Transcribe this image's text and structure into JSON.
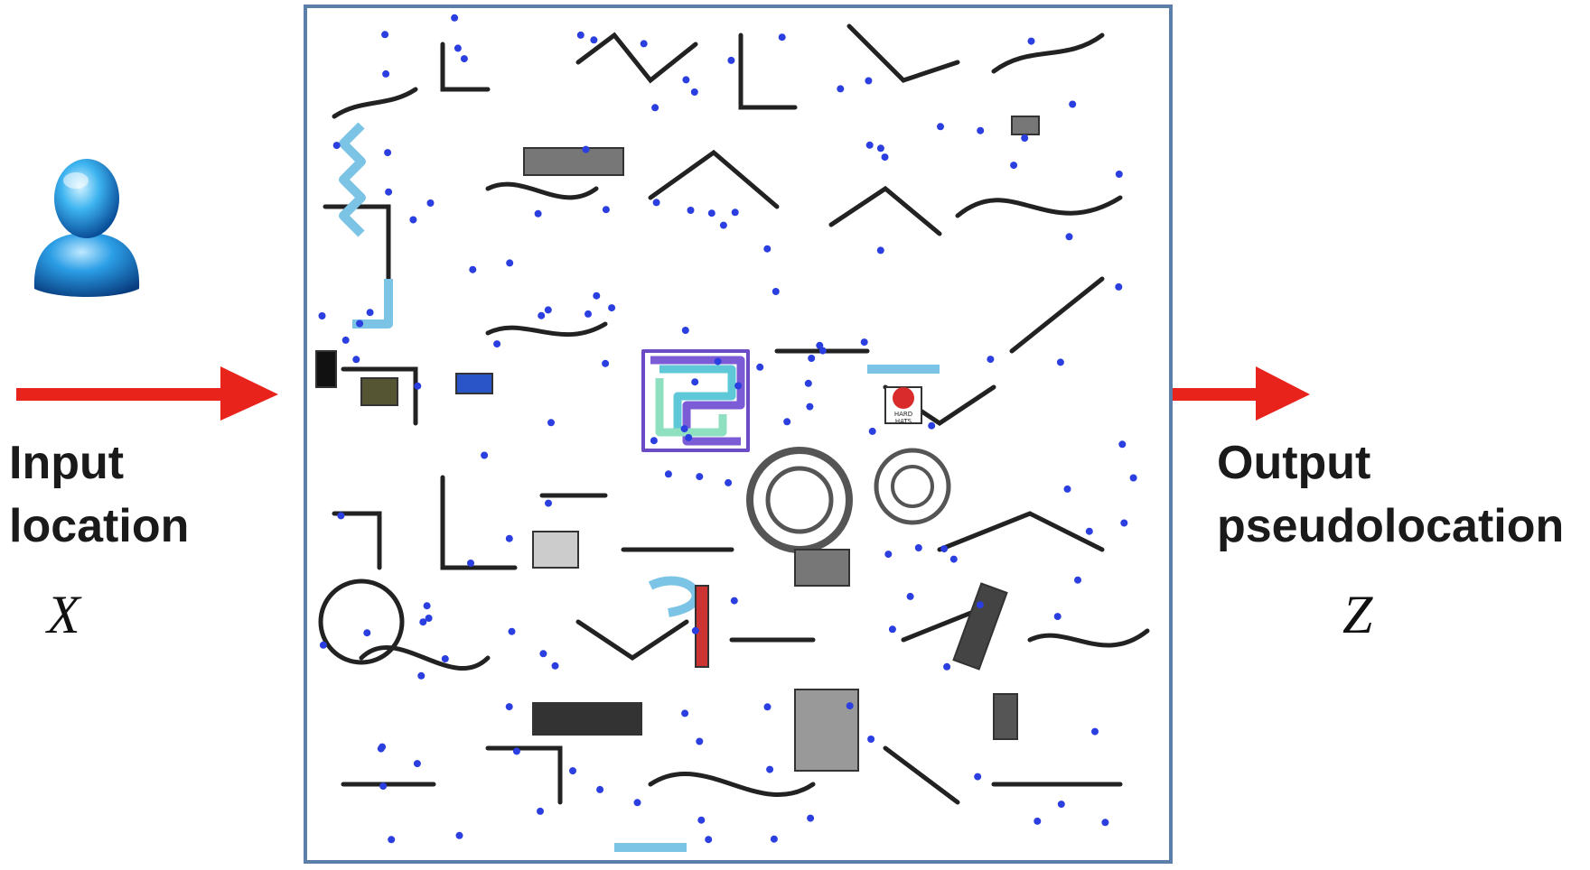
{
  "input": {
    "label_line1": "Input",
    "label_line2": "location",
    "variable": "X",
    "icon": "user-icon"
  },
  "output": {
    "label_line1": "Output",
    "label_line2": "pseudolocation",
    "variable": "Z"
  },
  "machine": {
    "icon": "rube-goldberg-machine-illustration",
    "sign_text_line1": "HARD",
    "sign_text_line2": "HATS"
  },
  "colors": {
    "arrow": "#e8231c",
    "frame_border": "#5b7fa8",
    "user_icon": "#1e88d6",
    "node_dots": "#2b3fe0"
  }
}
